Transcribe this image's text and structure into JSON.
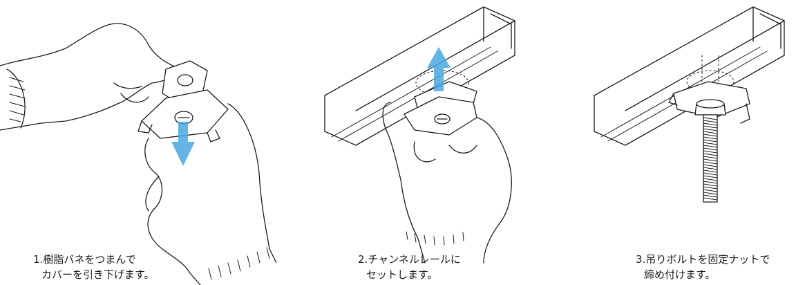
{
  "steps": [
    {
      "number": "1.",
      "line1": "樹脂バネをつまんで",
      "line2": "カバーを引き下げます。",
      "arrow_color": "#4aa8e0",
      "arrow_direction": "down"
    },
    {
      "number": "2.",
      "line1": "チャンネルレールに",
      "line2": "セットします。",
      "arrow_color": "#4aa8e0",
      "arrow_direction": "up"
    },
    {
      "number": "3.",
      "line1": "吊りボルトを固定ナットで",
      "line2": "締め付けます。"
    }
  ],
  "colors": {
    "ink": "#1a1a1a",
    "arrow": "#4aa8e0",
    "background": "#ffffff"
  }
}
